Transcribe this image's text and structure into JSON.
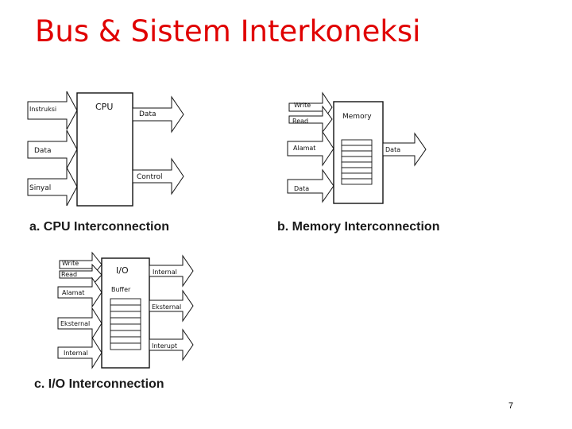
{
  "title": "Bus & Sistem Interkoneksi",
  "page_number": "7",
  "cpu": {
    "caption": "a. CPU Interconnection",
    "box_label": "CPU",
    "inputs": [
      "Instruksi",
      "Data",
      "Sinyal"
    ],
    "outputs": [
      "Data",
      "Control"
    ]
  },
  "memory": {
    "caption": "b. Memory Interconnection",
    "box_label": "Memory",
    "inputs": [
      "Write",
      "Read",
      "Alamat",
      "Data"
    ],
    "outputs": [
      "Data"
    ],
    "cells": 8
  },
  "io": {
    "caption": "c. I/O  Interconnection",
    "box_label": "I/O",
    "buffer_label": "Buffer",
    "inputs": [
      "Write",
      "Read",
      "Alamat",
      "Eksternal",
      "Internal"
    ],
    "outputs": [
      "Internal",
      "Eksternal",
      "Interupt"
    ],
    "cells": 8
  }
}
